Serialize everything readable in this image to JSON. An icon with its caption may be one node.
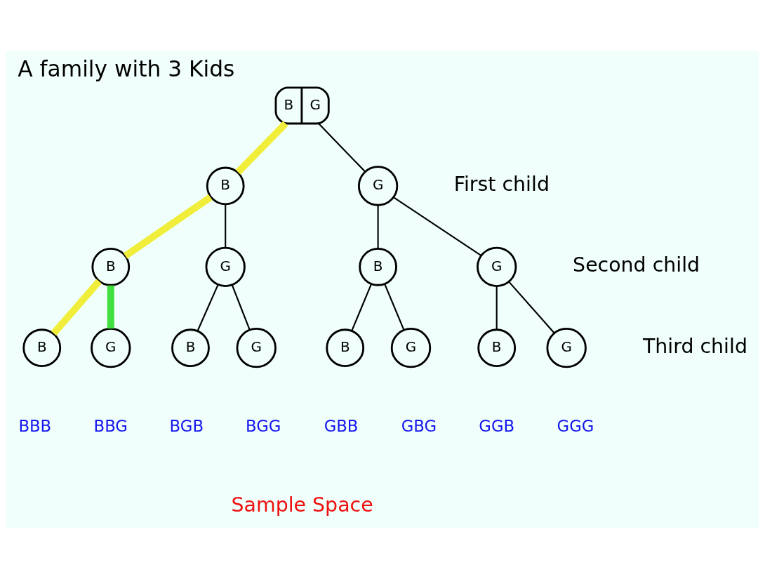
{
  "diagram": {
    "title": "A family with 3 Kids",
    "nodes": [
      {
        "text": [
          "B",
          "G"
        ]
      },
      {
        "text": [
          "B"
        ]
      },
      {
        "text": [
          "G"
        ]
      },
      {
        "text": [
          "B"
        ]
      },
      {
        "text": [
          "G"
        ]
      },
      {
        "text": [
          "B"
        ]
      },
      {
        "text": [
          "G"
        ]
      },
      {
        "text": [
          "B"
        ],
        "beside": [
          "BBB"
        ]
      },
      {
        "text": [
          "G"
        ],
        "beside": [
          "BBG"
        ]
      },
      {
        "text": [
          "B"
        ],
        "beside": [
          "BGB"
        ]
      },
      {
        "text": [
          "G"
        ],
        "beside": [
          "BGG"
        ]
      },
      {
        "text": [
          "B"
        ],
        "beside": [
          "GBB"
        ]
      },
      {
        "text": [
          "G"
        ],
        "beside": [
          "GBG"
        ]
      },
      {
        "text": [
          "B"
        ],
        "beside": [
          "GGB"
        ]
      },
      {
        "text": [
          "G"
        ],
        "beside": [
          "GGG"
        ]
      }
    ],
    "edges": [
      {
        "from": 0,
        "to": 1,
        "arrow": "none",
        "style": "thick",
        "color": "#f0ee3a"
      },
      {
        "from": 0,
        "to": 2,
        "arrow": "none"
      },
      {
        "from": 1,
        "to": 3,
        "arrow": "none",
        "style": "thick",
        "color": "#f0ee3a"
      },
      {
        "from": 1,
        "to": 4,
        "arrow": "none"
      },
      {
        "from": 2,
        "to": 5,
        "arrow": "none"
      },
      {
        "from": 2,
        "to": 6,
        "arrow": "none"
      },
      {
        "from": 3,
        "to": 7,
        "arrow": "none",
        "style": "thick",
        "color": "#f0ee3a"
      },
      {
        "from": 3,
        "to": 8,
        "arrow": "none",
        "style": "thick",
        "color": "#3fe03f"
      },
      {
        "from": 4,
        "to": 9,
        "arrow": "none"
      },
      {
        "from": 4,
        "to": 10,
        "arrow": "none"
      },
      {
        "from": 5,
        "to": 11,
        "arrow": "none"
      },
      {
        "from": 5,
        "to": 12,
        "arrow": "none"
      },
      {
        "from": 6,
        "to": 13,
        "arrow": "none"
      },
      {
        "from": 6,
        "to": 14,
        "arrow": "none"
      }
    ],
    "labels": [
      "First child",
      "Second child",
      "Third child",
      "Sample Space"
    ]
  }
}
